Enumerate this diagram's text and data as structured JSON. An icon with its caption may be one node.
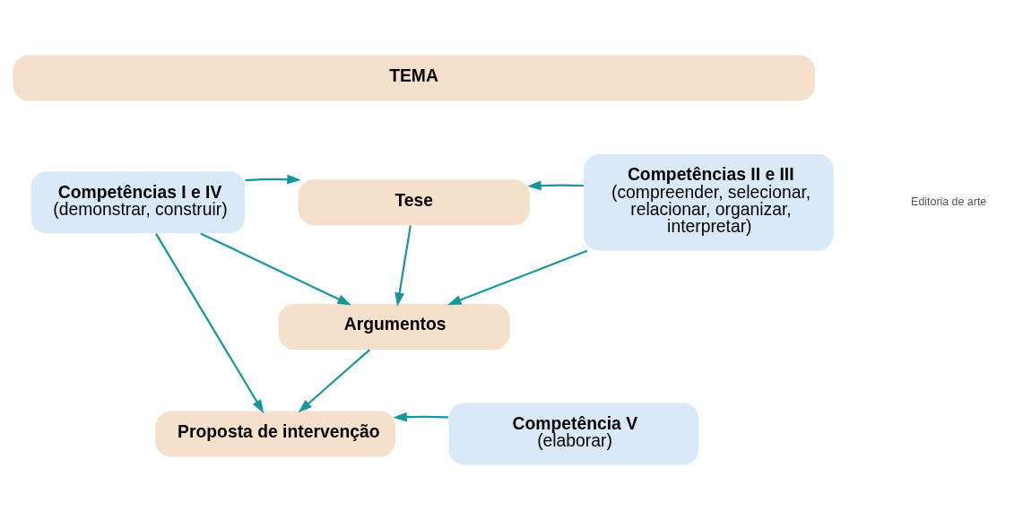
{
  "diagram": {
    "nodes": [
      {
        "text": [
          "TEMA"
        ]
      },
      {
        "text": [
          "Competências I e IV",
          "(demonstrar, construir)"
        ]
      },
      {
        "text": [
          "Tese"
        ]
      },
      {
        "text": [
          "Argumentos"
        ]
      },
      {
        "text": [
          "Proposta de intervenção"
        ]
      },
      {
        "text": [
          "Competências II e III",
          "(compreender, selecionar, relacionar, organizar, interpretar)"
        ]
      },
      {
        "text": [
          "Competência V",
          "(elaborar)"
        ]
      }
    ],
    "edges": [
      {
        "from": 1,
        "to": 2,
        "arrow": "to"
      },
      {
        "from": 1,
        "to": 3,
        "arrow": "to"
      },
      {
        "from": 1,
        "to": 4,
        "arrow": "to"
      },
      {
        "from": 2,
        "to": 3,
        "arrow": "to"
      },
      {
        "from": 3,
        "to": 4,
        "arrow": "to"
      },
      {
        "from": 5,
        "to": 2,
        "arrow": "to"
      },
      {
        "from": 5,
        "to": 3,
        "arrow": "to"
      },
      {
        "from": 6,
        "to": 4,
        "arrow": "to"
      }
    ],
    "labels": [
      "Editoria de arte"
    ]
  }
}
